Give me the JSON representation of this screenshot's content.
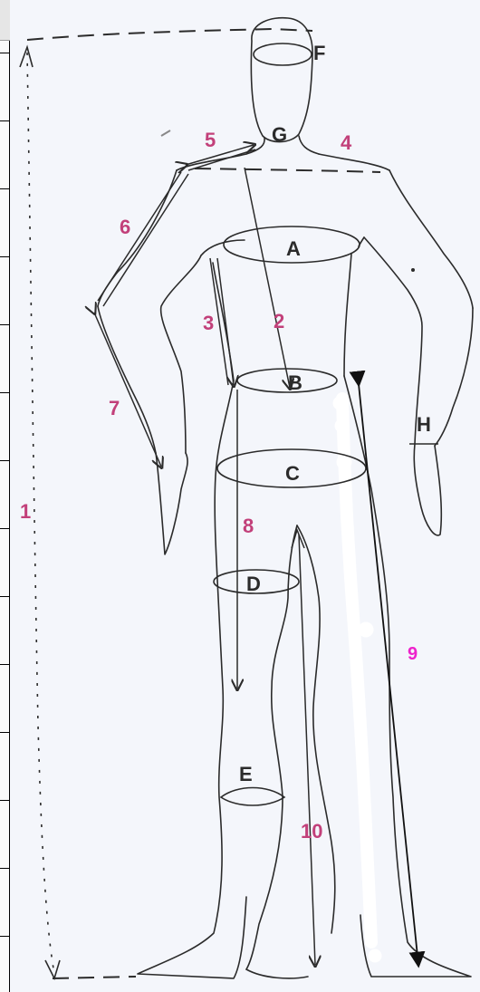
{
  "figure": {
    "letters": [
      {
        "id": "F",
        "text": "F"
      },
      {
        "id": "G",
        "text": "G"
      },
      {
        "id": "A",
        "text": "A"
      },
      {
        "id": "B",
        "text": "B"
      },
      {
        "id": "C",
        "text": "C"
      },
      {
        "id": "D",
        "text": "D"
      },
      {
        "id": "E",
        "text": "E"
      },
      {
        "id": "H",
        "text": "H"
      }
    ],
    "numbers": [
      {
        "id": "n1",
        "text": "1"
      },
      {
        "id": "n2",
        "text": "2"
      },
      {
        "id": "n3",
        "text": "3"
      },
      {
        "id": "n4",
        "text": "4"
      },
      {
        "id": "n5",
        "text": "5"
      },
      {
        "id": "n6",
        "text": "6"
      },
      {
        "id": "n7",
        "text": "7"
      },
      {
        "id": "n8",
        "text": "8"
      },
      {
        "id": "n9",
        "text": "9"
      },
      {
        "id": "n10",
        "text": "10"
      }
    ]
  },
  "colors": {
    "ink": "#2b2b2b",
    "number_label": "#c2407a",
    "number_label_9": "#ee22cc",
    "arrow": "#111111",
    "correction": "#ffffff"
  }
}
